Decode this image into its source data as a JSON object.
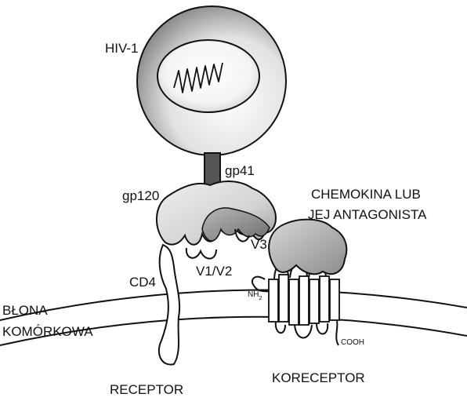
{
  "labels": {
    "virus": "HIV-1",
    "gp41": "gp41",
    "gp120": "gp120",
    "chemokine_line1": "CHEMOKINA LUB",
    "chemokine_line2": "JEJ ANTAGONISTA",
    "v3": "V3",
    "v1v2": "V1/V2",
    "cd4": "CD4",
    "nh2": "NH",
    "nh2_sub": "2",
    "membrane_line1": "BŁONA",
    "membrane_line2": "KOMÓRKOWA",
    "cooh": "COOH",
    "receptor": "RECEPTOR",
    "coreceptor": "KORECEPTOR"
  },
  "colors": {
    "ink": "#111111",
    "shade_dark": "#8a8a8a",
    "shade_mid": "#b5b5b5",
    "shade_light": "#dcdcdc",
    "background": "#ffffff"
  }
}
